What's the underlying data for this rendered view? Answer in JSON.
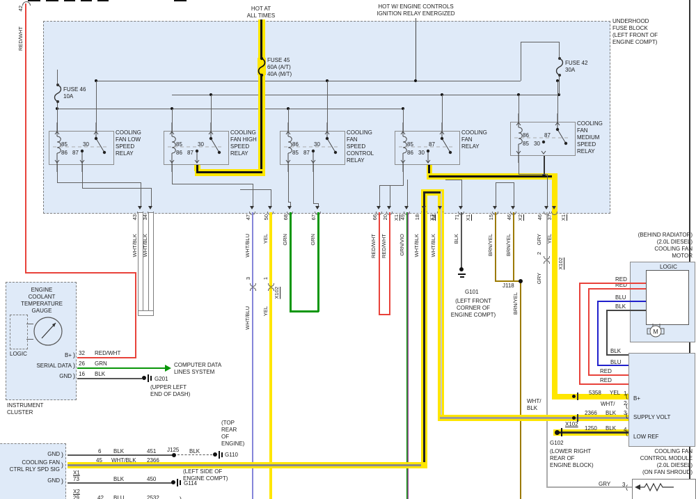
{
  "top": {
    "hot1": "HOT AT\nALL TIMES",
    "hot2": "HOT W/ ENGINE CONTROLS\nIGNITION RELAY ENERGIZED",
    "left_pin": "42",
    "left_wire": "RED/WHT"
  },
  "fuse_block": {
    "label": "UNDERHOOD\nFUSE BLOCK\n(LEFT FRONT OF\nENGINE COMPT)",
    "fuse45": "FUSE 45\n60A   (A/T)\n40A   (M/T)",
    "fuse46": "FUSE 46\n10A",
    "fuse42": "FUSE 42\n30A"
  },
  "relays": [
    {
      "label": "COOLING\nFAN LOW\nSPEED\nRELAY",
      "tl": "85",
      "tr": "30",
      "bl": "86",
      "b2": "87"
    },
    {
      "label": "COOLING\nFAN HIGH\nSPEED\nRELAY",
      "tl": "85",
      "tr": "30",
      "bl": "86",
      "b2": "87"
    },
    {
      "label": "COOLING\nFAN\nSPEED\nCONTROL\nRELAY",
      "tl": "86",
      "tr": "30",
      "bl": "85",
      "b2": "87"
    },
    {
      "label": "COOLING\nFAN\nRELAY",
      "tl": "85",
      "tr": "87",
      "bl": "86",
      "b2": "30"
    },
    {
      "label": "COOLING\nFAN\nMEDIUM\nSPEED\nRELAY",
      "tl": "86",
      "tr": "87",
      "bl": "85",
      "b2": "30"
    }
  ],
  "drops": [
    {
      "pin": "43",
      "color": "WHT/BLK"
    },
    {
      "pin": "34",
      "color": "WHT/BLK"
    },
    {
      "pin": "47",
      "color": "WHT/BLU",
      "cpin": "3",
      "color2": "WHT/BLU"
    },
    {
      "pin": "50",
      "color": "YEL",
      "cpin": "1",
      "conn": "X102",
      "color2": "YEL"
    },
    {
      "pin": "68",
      "color": "GRN"
    },
    {
      "pin": "67",
      "color": "GRN"
    },
    {
      "pin": "66",
      "color": "RED/WHT"
    },
    {
      "pin": "20",
      "color": "RED/WHT",
      "xlab": "X1"
    },
    {
      "pin": "49",
      "color": "GRN/VIO"
    },
    {
      "pin": "18",
      "color": "WHT/BLK",
      "xlab": "X3"
    },
    {
      "pin": "64",
      "color": "WHT/BLK"
    },
    {
      "pin": "71",
      "color": "BLK",
      "xlab": "X1",
      "ground": "G101",
      "gloc": "(LEFT FRONT\nCORNER OF\nENGINE COMPT)"
    },
    {
      "pin": "15",
      "color": "BRN/YEL"
    },
    {
      "pin": "46",
      "color": "BRN/YEL",
      "xlab": "X2",
      "junction": "J118",
      "color2": "BRN/YEL"
    },
    {
      "pin": "46",
      "color": "GRY",
      "cpin": "2",
      "conn": "X102",
      "color2": "GRY"
    },
    {
      "pin": "37",
      "color": "YEL",
      "xlab": "X1"
    }
  ],
  "cluster": {
    "title": "ENGINE\nCOOLANT\nTEMPERATURE\nGAUGE",
    "logic": "LOGIC",
    "caption": "INSTRUMENT\nCLUSTER",
    "rows": [
      {
        "name": "B+",
        "pin": "32",
        "color": "RED/WHT"
      },
      {
        "name": "SERIAL DATA",
        "pin": "26",
        "color": "GRN",
        "dest": "COMPUTER DATA\nLINES SYSTEM"
      },
      {
        "name": "GND",
        "pin": "16",
        "color": "BLK",
        "ground": "G201",
        "gloc": "(UPPER LEFT\nEND OF DASH)"
      }
    ]
  },
  "motor": {
    "caption": "(BEHIND RADIATOR)\n(2.0L DIESEL)\nCOOLING FAN\nMOTOR",
    "logic": "LOGIC",
    "m": "M",
    "top_wires": [
      "RED",
      "RED",
      "BLU",
      "BLK"
    ],
    "bottom_wires": [
      "BLK",
      "BLU",
      "RED",
      "RED"
    ]
  },
  "module": {
    "caption": "COOLING FAN\nCONTROL MODULE\n(2.0L DIESEL)\n(ON FAN SHROUD)",
    "conn": "X102",
    "note": "WHT/\nBLK",
    "ground": "G102",
    "gloc": "(LOWER RIGHT\nREAR OF\nENGINE BLOCK)",
    "rows": [
      {
        "circuit": "5358",
        "color": "YEL",
        "pin": "1",
        "name": "B+"
      },
      {
        "circuit": "",
        "color": "WHT/",
        "pin": "2",
        "name": ""
      },
      {
        "circuit": "2366",
        "color": "BLK",
        "pin": "3",
        "name": "SUPPLY VOLT"
      },
      {
        "circuit": "1250",
        "color": "BLK",
        "pin": "4",
        "name": "LOW REF"
      }
    ]
  },
  "sensor": {
    "color": "GRY",
    "pin": "3"
  },
  "bottom_module": {
    "pin1": "GND",
    "pin2": "COOLING FAN\nCTRL RLY SPD SIG",
    "pin3": "GND",
    "rows": [
      {
        "pin": "6",
        "color": "BLK",
        "circuit": "451",
        "junction": "J125",
        "color2": "BLK",
        "ground": "G110",
        "gloc": "(TOP\nREAR\nOF\nENGINE)"
      },
      {
        "pin": "45",
        "color": "WHT/BLK",
        "circuit": "2366",
        "xlab": "X1"
      },
      {
        "pin": "73",
        "color": "BLK",
        "circuit": "450",
        "ground": "G114",
        "gloc": "(LEFT SIDE OF\nENGINE COMPT)",
        "xlab": "X2"
      },
      {
        "pin": "29",
        "num": "42",
        "color": "BLU",
        "circuit": "2532"
      }
    ]
  }
}
